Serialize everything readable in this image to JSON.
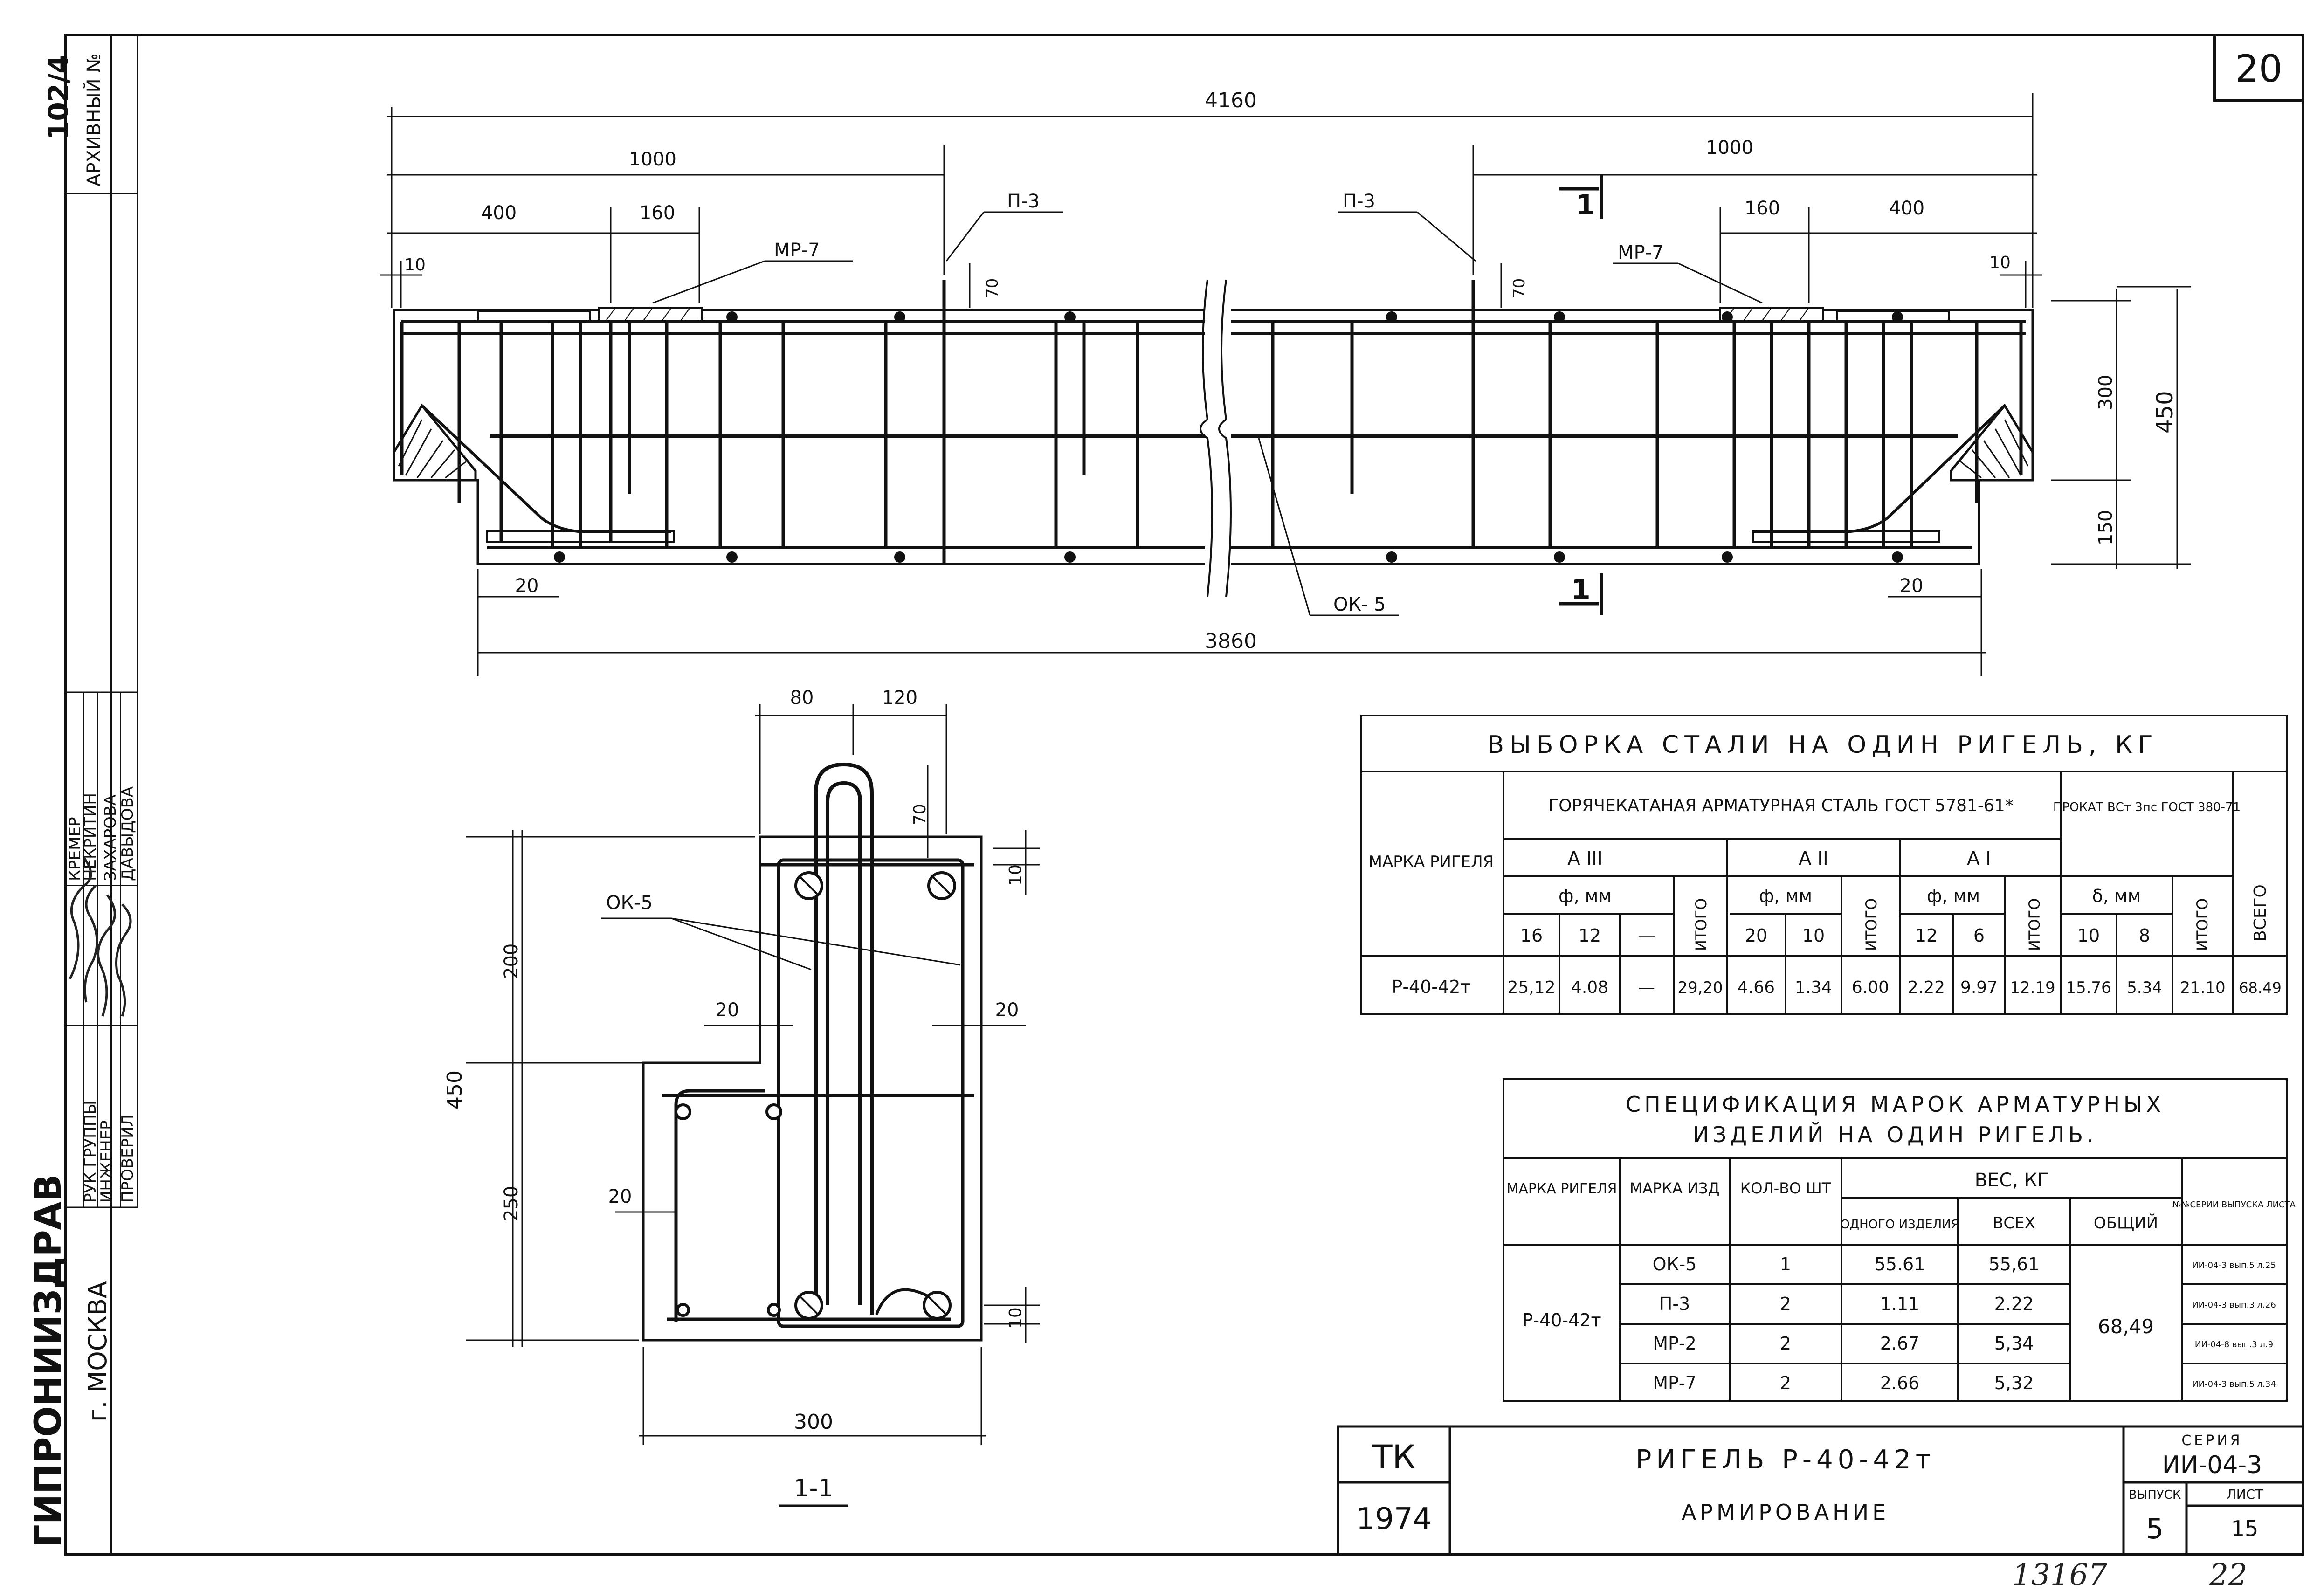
{
  "sheet_number": "20",
  "archive": {
    "label": "АРХИВНЫЙ №",
    "number": "102/4"
  },
  "org": {
    "name": "ГИПРОНИИЗДРАВ",
    "city": "г. МОСКВА"
  },
  "stamp_rows": [
    {
      "role": "",
      "name": "КРЕМЕР"
    },
    {
      "role": "",
      "name": "НЕКРИТИН"
    },
    {
      "role": "РУК ГРУППЫ",
      "name": "ЗАХАРОВА"
    },
    {
      "role": "ИНЖЕНЕР",
      "name": "ДАВЫДОВА"
    },
    {
      "role": "ПРОВЕРИЛ",
      "name": ""
    }
  ],
  "elevation": {
    "dims": {
      "total_top": "4160",
      "left_1000": "1000",
      "right_1000": "1000",
      "d400": "400",
      "d160": "160",
      "d10": "10",
      "d70": "70",
      "d300": "300",
      "d450": "450",
      "d150": "150",
      "d20": "20",
      "total_bottom": "3860"
    },
    "labels": {
      "p3": "П-3",
      "mr7": "МР-7",
      "ok5": "ОК- 5",
      "cut": "1"
    }
  },
  "section": {
    "dims": {
      "d80": "80",
      "d120": "120",
      "d70": "70",
      "d10": "10",
      "d200": "200",
      "d20": "20",
      "d450": "450",
      "d250": "250",
      "d300": "300"
    },
    "label_ok5": "ОК-5",
    "caption": "1-1"
  },
  "steel_table": {
    "title": "ВЫБОРКА СТАЛИ НА ОДИН РИГЕЛЬ, КГ",
    "col_mark": "МАРКА РИГЕЛЯ",
    "group_hot_rolled": "ГОРЯЧЕКАТАНАЯ АРМАТУРНАЯ СТАЛЬ ГОСТ 5781-61*",
    "group_rolled": "ПРОКАТ ВСт 3пс ГОСТ 380-71",
    "col_total": "ВСЕГО",
    "classes": [
      "А III",
      "А II",
      "А I"
    ],
    "phi_mm": "ф, мм",
    "delta_mm": "δ, мм",
    "itogo": "ИТОГО",
    "diameters": [
      "16",
      "12",
      "—",
      "20",
      "10",
      "12",
      "6",
      "10",
      "8"
    ],
    "row": {
      "mark": "Р-40-42т",
      "values": [
        "25,12",
        "4.08",
        "—",
        "29,20",
        "4.66",
        "1.34",
        "6.00",
        "2.22",
        "9.97",
        "12.19",
        "15.76",
        "5.34",
        "21.10",
        "68.49"
      ]
    }
  },
  "spec_table": {
    "title_line1": "СПЕЦИФИКАЦИЯ МАРОК АРМАТУРНЫХ",
    "title_line2": "ИЗДЕЛИЙ НА ОДИН РИГЕЛЬ.",
    "headers": {
      "mark": "МАРКА РИГЕЛЯ",
      "item": "МАРКА ИЗД",
      "qty": "КОЛ-ВО ШТ",
      "weight": "ВЕС, КГ",
      "one": "ОДНОГО ИЗДЕЛИЯ",
      "all": "ВСЕХ",
      "total": "ОБЩИЙ",
      "series": "№№СЕРИИ ВЫПУСКА ЛИСТА"
    },
    "mark": "Р-40-42т",
    "total": "68,49",
    "rows": [
      {
        "item": "ОК-5",
        "qty": "1",
        "one": "55.61",
        "all": "55,61",
        "ref": "ИИ-04-3 вып.5 л.25"
      },
      {
        "item": "П-3",
        "qty": "2",
        "one": "1.11",
        "all": "2.22",
        "ref": "ИИ-04-3 вып.3 л.26"
      },
      {
        "item": "МР-2",
        "qty": "2",
        "one": "2.67",
        "all": "5,34",
        "ref": "ИИ-04-8 вып.3 л.9"
      },
      {
        "item": "МР-7",
        "qty": "2",
        "one": "2.66",
        "all": "5,32",
        "ref": "ИИ-04-3 вып.5 л.34"
      }
    ]
  },
  "title_block": {
    "tk": "ТК",
    "year": "1974",
    "title": "РИГЕЛЬ Р-40-42т",
    "subtitle": "АРМИРОВАНИЕ",
    "series_label": "СЕРИЯ",
    "series": "ИИ-04-3",
    "issue_label": "ВЫПУСК",
    "issue": "5",
    "sheet_label": "ЛИСТ",
    "sheet": "15"
  },
  "inventory": "13167",
  "inventory_suffix": "22"
}
